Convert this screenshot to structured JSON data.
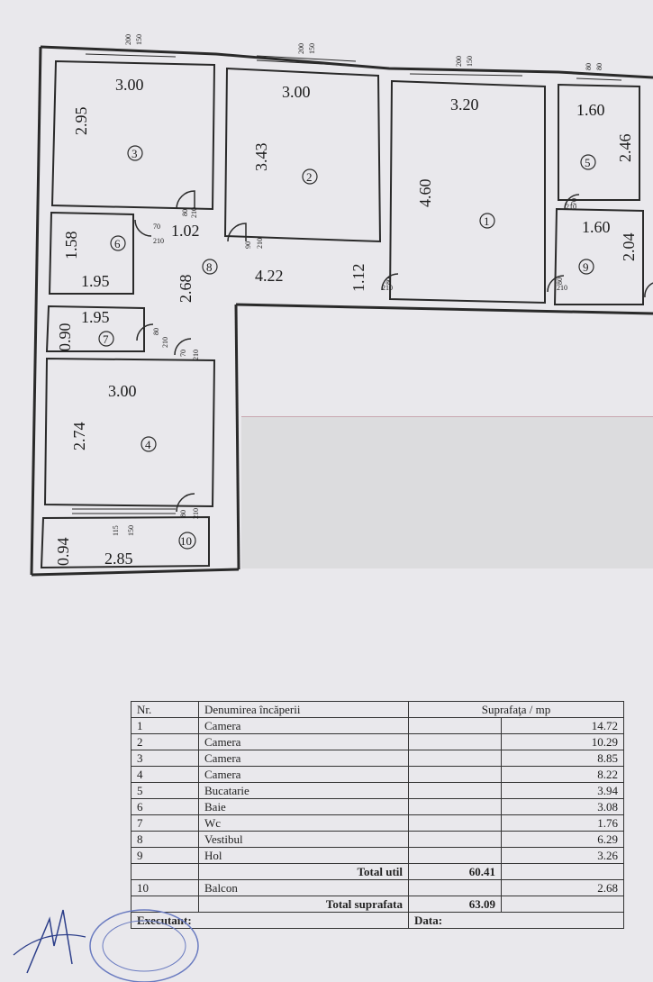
{
  "plan": {
    "rooms": [
      {
        "id": "3",
        "width": "3.00",
        "height": "2.95"
      },
      {
        "id": "2",
        "width": "3.00",
        "height": "3.43"
      },
      {
        "id": "1",
        "width": "3.20",
        "height": "4.60"
      },
      {
        "id": "5",
        "width": "1.60",
        "height": "2.46"
      },
      {
        "id": "9",
        "width": "1.60",
        "height": "2.04"
      },
      {
        "id": "6",
        "width": "1.95",
        "height": "1.58"
      },
      {
        "id": "7",
        "width": "1.95",
        "height": "0.90"
      },
      {
        "id": "8",
        "width": "4.22",
        "height": "2.68",
        "extra": "1.02",
        "extra2": "1.12"
      },
      {
        "id": "4",
        "width": "3.00",
        "height": "2.74"
      },
      {
        "id": "10",
        "width": "2.85",
        "height": "0.94"
      }
    ],
    "window_labels": [
      "200",
      "150",
      "200",
      "150",
      "200",
      "150",
      "80",
      "80",
      "115",
      "150"
    ],
    "door_labels": [
      "80",
      "210",
      "70",
      "210",
      "90",
      "210",
      "80",
      "210",
      "80",
      "210",
      "70",
      "210",
      "80",
      "210",
      "70",
      "210",
      "80",
      "210"
    ]
  },
  "table": {
    "headers": {
      "nr": "Nr.",
      "name": "Denumirea încăperii",
      "area": "Suprafaţa / mp"
    },
    "rows": [
      {
        "nr": "1",
        "name": "Camera",
        "area": "14.72"
      },
      {
        "nr": "2",
        "name": "Camera",
        "area": "10.29"
      },
      {
        "nr": "3",
        "name": "Camera",
        "area": "8.85"
      },
      {
        "nr": "4",
        "name": "Camera",
        "area": "8.22"
      },
      {
        "nr": "5",
        "name": "Bucatarie",
        "area": "3.94"
      },
      {
        "nr": "6",
        "name": "Baie",
        "area": "3.08"
      },
      {
        "nr": "7",
        "name": "Wc",
        "area": "1.76"
      },
      {
        "nr": "8",
        "name": "Vestibul",
        "area": "6.29"
      },
      {
        "nr": "9",
        "name": "Hol",
        "area": "3.26"
      }
    ],
    "total_util": {
      "label": "Total util",
      "value": "60.41"
    },
    "balcon": {
      "nr": "10",
      "name": "Balcon",
      "area": "2.68"
    },
    "total_suprafata": {
      "label": "Total suprafata",
      "value": "63.09"
    },
    "footer": {
      "executant": "Executant:",
      "data": "Data:"
    }
  }
}
